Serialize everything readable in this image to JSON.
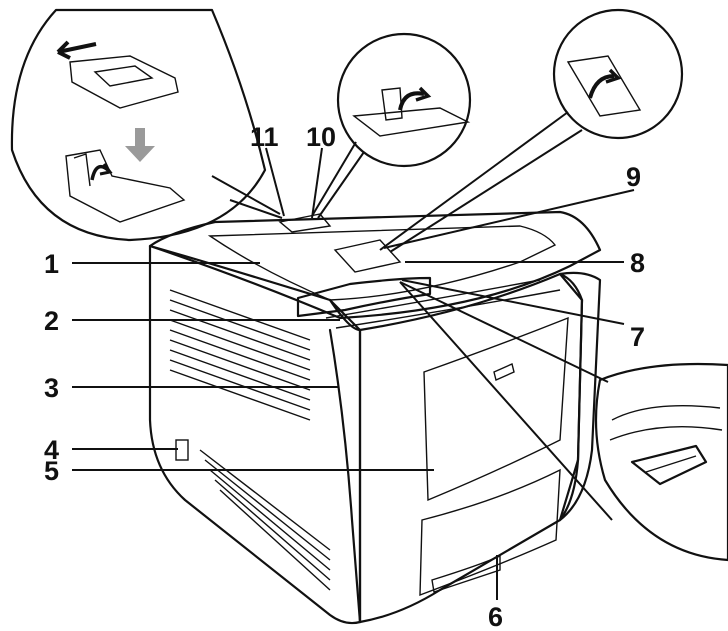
{
  "figure": {
    "callouts": [
      {
        "id": "1",
        "text": "1"
      },
      {
        "id": "2",
        "text": "2"
      },
      {
        "id": "3",
        "text": "3"
      },
      {
        "id": "4",
        "text": "4"
      },
      {
        "id": "5",
        "text": "5"
      },
      {
        "id": "6",
        "text": "6"
      },
      {
        "id": "7",
        "text": "7"
      },
      {
        "id": "8",
        "text": "8"
      },
      {
        "id": "9",
        "text": "9"
      },
      {
        "id": "10",
        "text": "10"
      },
      {
        "id": "11",
        "text": "11"
      }
    ],
    "detail_views": [
      {
        "name": "rear-paper-stopper-detail"
      },
      {
        "name": "top-stopper-detail"
      },
      {
        "name": "front-stopper-detail"
      },
      {
        "name": "front-cover-lever-detail"
      }
    ],
    "colors": {
      "ink": "#111111",
      "panel": "#ffffff",
      "shade": "#d9d9d9",
      "arrow_grey": "#9a9a9a"
    }
  }
}
